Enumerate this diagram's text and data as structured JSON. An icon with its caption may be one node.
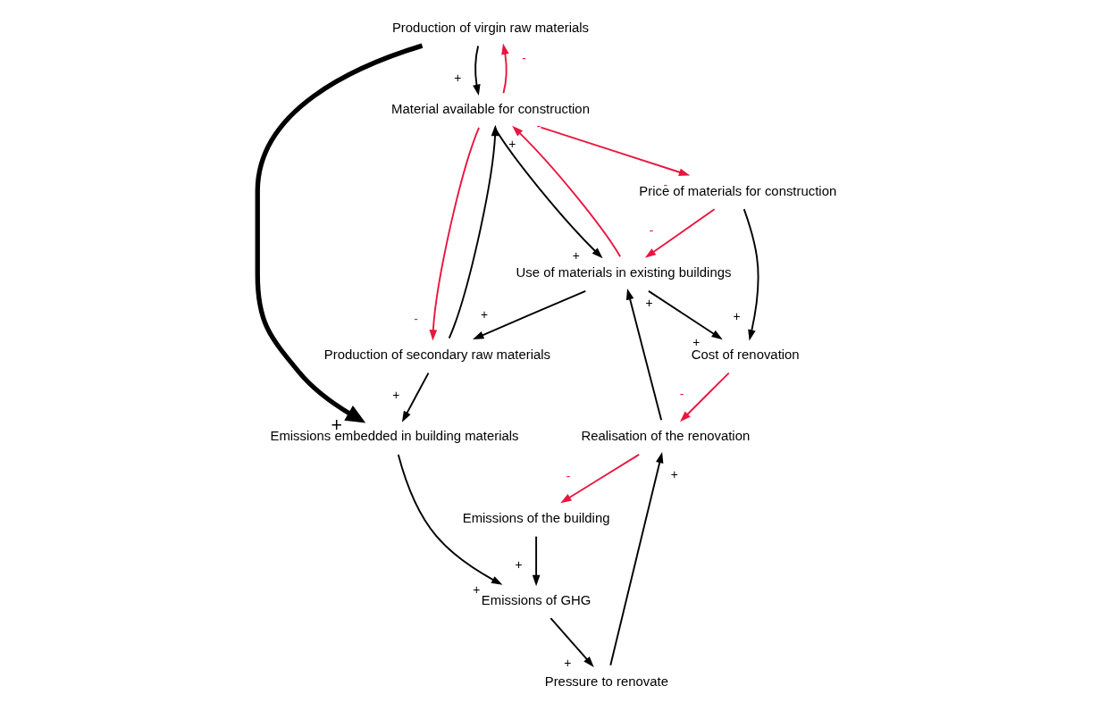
{
  "diagram": {
    "nodes": [
      {
        "text": [
          "Production of virgin raw materials"
        ]
      },
      {
        "text": [
          "Material available for construction"
        ]
      },
      {
        "text": [
          "Production of secondary raw materials"
        ]
      },
      {
        "text": [
          "Emissions embedded in building materials"
        ]
      },
      {
        "text": [
          "Price of materials for construction"
        ]
      },
      {
        "text": [
          "Use of materials in existing buildings"
        ]
      },
      {
        "text": [
          "Emissions of GHG"
        ]
      },
      {
        "text": [
          "Pressure to renovate"
        ]
      },
      {
        "text": [
          "Cost of renovation"
        ]
      },
      {
        "text": [
          "Emissions of the building"
        ]
      },
      {
        "text": [
          "Realisation of the renovation"
        ]
      }
    ],
    "edges": [
      {
        "from": 0,
        "to": 3,
        "arrow": "to",
        "label": "+",
        "style": "thick"
      },
      {
        "from": 0,
        "to": 1,
        "arrow": "to",
        "label": "+"
      },
      {
        "from": 1,
        "to": 0,
        "arrow": "to",
        "label": "-",
        "color": "#e8173f"
      },
      {
        "from": 1,
        "to": 2,
        "arrow": "to",
        "label": "-",
        "color": "#e8173f"
      },
      {
        "from": 2,
        "to": 1,
        "arrow": "to",
        "label": "+"
      },
      {
        "from": 2,
        "to": 3,
        "arrow": "to",
        "label": "+"
      },
      {
        "from": 1,
        "to": 4,
        "arrow": "to",
        "label": "-",
        "color": "#e8173f"
      },
      {
        "from": 1,
        "to": 5,
        "arrow": "to",
        "label": "+"
      },
      {
        "from": 5,
        "to": 1,
        "arrow": "to",
        "label": "-",
        "color": "#e8173f"
      },
      {
        "from": 4,
        "to": 5,
        "arrow": "to",
        "label": "-",
        "color": "#e8173f"
      },
      {
        "from": 5,
        "to": 2,
        "arrow": "to",
        "label": "+"
      },
      {
        "from": 3,
        "to": 6,
        "arrow": "to",
        "label": "+"
      },
      {
        "from": 9,
        "to": 6,
        "arrow": "to",
        "label": "+"
      },
      {
        "from": 6,
        "to": 7,
        "arrow": "to",
        "label": "+"
      },
      {
        "from": 7,
        "to": 10,
        "arrow": "to",
        "label": "+"
      },
      {
        "from": 10,
        "to": 5,
        "arrow": "to",
        "label": "+"
      },
      {
        "from": 5,
        "to": 8,
        "arrow": "to",
        "label": "+"
      },
      {
        "from": 4,
        "to": 8,
        "arrow": "to",
        "label": "+"
      },
      {
        "from": 8,
        "to": 10,
        "arrow": "to",
        "label": "-",
        "color": "#e8173f"
      },
      {
        "from": 10,
        "to": 9,
        "arrow": "to",
        "label": "-",
        "color": "#e8173f"
      }
    ]
  }
}
